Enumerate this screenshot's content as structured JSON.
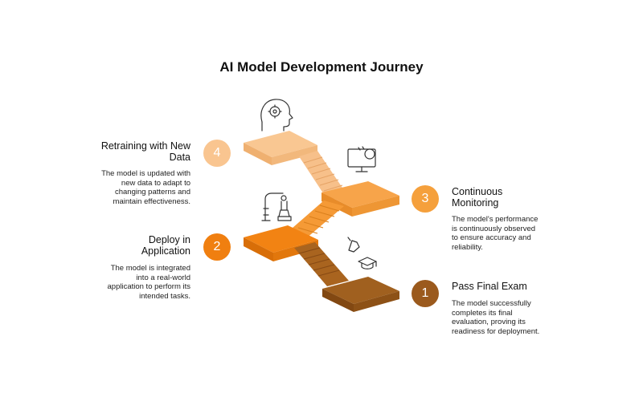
{
  "title": "AI Model Development Journey",
  "steps": [
    {
      "number": "1",
      "title": "Pass Final Exam",
      "description": "The model successfully completes its final evaluation, proving its readiness for deployment.",
      "color": "#9b5a1d",
      "icon": "graduation-icon"
    },
    {
      "number": "2",
      "title": "Deploy in Application",
      "description": "The model is integrated into a real-world application to perform its intended tasks.",
      "color": "#f07f10",
      "icon": "robot-arm-icon"
    },
    {
      "number": "3",
      "title": "Continuous Monitoring",
      "description": "The model's performance is continuously observed to ensure accuracy and reliability.",
      "color": "#f5a03c",
      "icon": "monitor-icon"
    },
    {
      "number": "4",
      "title": "Retraining with New Data",
      "description": "The model is updated with new data to adapt to changing patterns and maintain effectiveness.",
      "color": "#f9c590",
      "icon": "head-gear-icon"
    }
  ]
}
